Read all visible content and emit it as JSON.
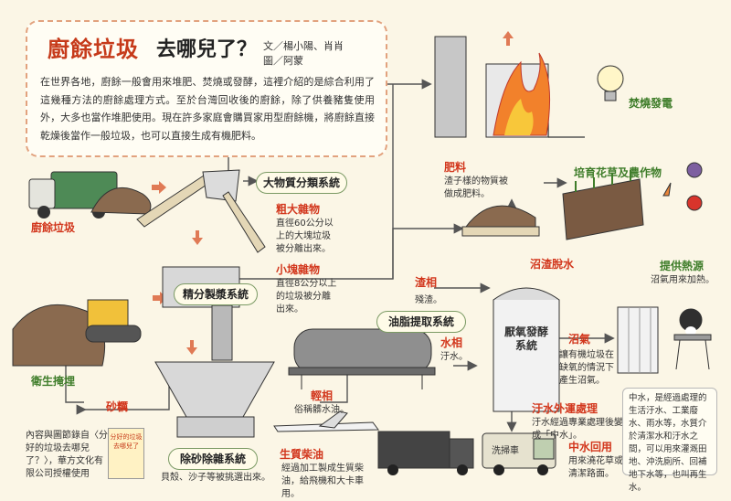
{
  "header": {
    "title_red": "廚餘垃圾",
    "title_black": "去哪兒了？",
    "author_line1": "文／楊小陽、肖肖",
    "author_line2": "圖／阿蒙"
  },
  "intro": "在世界各地，廚餘一般會用來堆肥、焚燒或發酵，這裡介紹的是綜合利用了這幾種方法的廚餘處理方式。至於台灣回收後的廚餘，除了供養豬隻使用外，大多也當作堆肥使用。現在許多家庭會購買家用型廚餘機，將廚餘直接乾燥後當作一般垃圾，也可以直接生成有機肥料。",
  "labels": {
    "food_waste": "廚餘垃圾",
    "landfill": "衛生掩埋",
    "grit": "砂糲",
    "coarse": "粗大雜物",
    "coarse_desc": "直徑60公分以上的大塊垃圾被分離出來。",
    "small_debris": "小塊雜物",
    "small_debris_desc": "直徑8公分以上的垃圾被分離出來。",
    "residue": "渣相",
    "residue_desc": "殘渣。",
    "water": "水相",
    "water_desc": "汙水。",
    "light_phase": "輕相",
    "light_phase_desc": "俗稱髒水油。",
    "biodiesel": "生質柴油",
    "biodiesel_desc": "經過加工製成生質柴油，給飛機和大卡車用。",
    "grit_removal_desc": "貝殼、沙子等被挑選出來。",
    "fertilizer": "肥料",
    "fertilizer_desc": "渣子樣的物質被做成肥料。",
    "incineration": "焚燒發電",
    "grow_crops": "培育花草及農作物",
    "heat": "提供熱源",
    "heat_desc": "沼氣用來加熱。",
    "biogas_dewater": "沼渣脫水",
    "biogas": "沼氣",
    "biogas_desc": "讓有機垃圾在缺氧的情況下產生沼氣。",
    "tank": "厭氧發酵系統",
    "sewage": "汙水外運處理",
    "sewage_desc": "汙水經過專業處理後變成「中水」。",
    "reclaimed": "中水回用",
    "reclaimed_desc": "用來澆花草或清潔路面。",
    "truck_label": "洗掃車"
  },
  "systems": {
    "sorting": "大物質分類系統",
    "pulping": "精分製漿系統",
    "oil": "油脂提取系統",
    "grit": "除砂除雜系統"
  },
  "note": "中水，是經過處理的生活汙水、工業廢水、雨水等，水質介於清潔水和汙水之間，可以用來灌溉田地、沖洗廁所、回補地下水等，也叫再生水。",
  "credit": "內容與圖節錄自〈分好的垃圾去哪兒了？〉，華方文化有限公司授權使用",
  "book": "分好的垃圾去哪兒了",
  "colors": {
    "title_red": "#c63a1a",
    "label_red": "#d2361c",
    "label_green": "#3f7d2a",
    "arrow": "#555555",
    "flow_arrow": "#e07a55"
  }
}
